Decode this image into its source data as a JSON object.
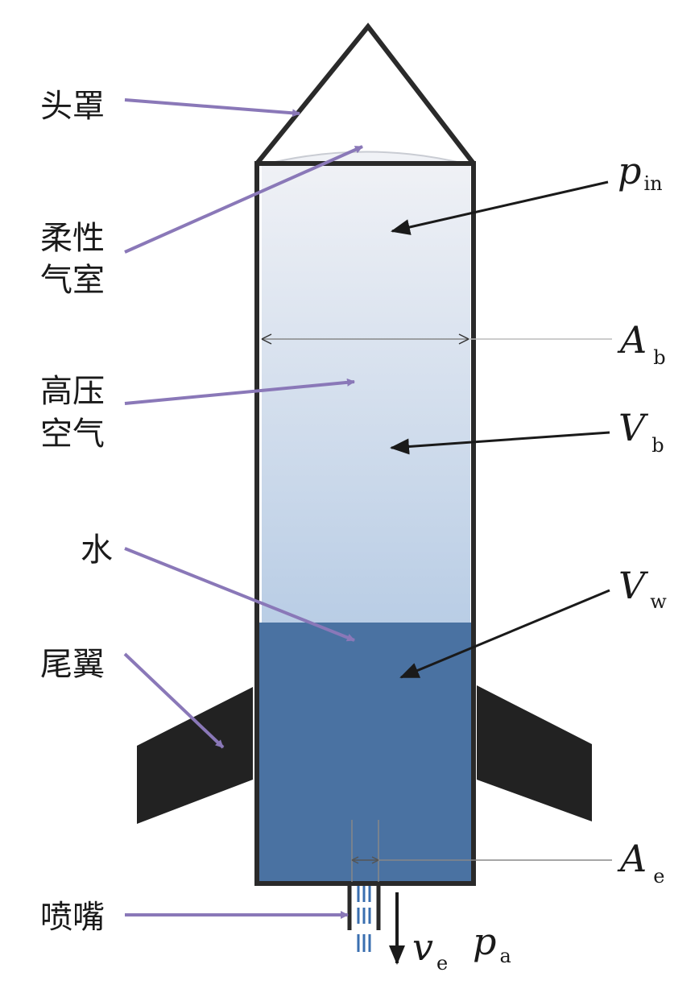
{
  "labels": {
    "nose_cone": "头罩",
    "flexible_chamber_line1": "柔性",
    "flexible_chamber_line2": "气室",
    "compressed_air_line1": "高压",
    "compressed_air_line2": "空气",
    "water": "水",
    "fins": "尾翼",
    "nozzle": "喷嘴"
  },
  "symbols": {
    "p_in": {
      "main": "p",
      "sub": "in"
    },
    "A_b": {
      "main": "A",
      "sub": "b"
    },
    "V_b": {
      "main": "V",
      "sub": "b"
    },
    "V_w": {
      "main": "V",
      "sub": "w"
    },
    "A_e": {
      "main": "A",
      "sub": "e"
    },
    "v_e": {
      "main": "v",
      "sub": "e"
    },
    "p_a": {
      "main": "p",
      "sub": "a"
    }
  },
  "colors": {
    "outline": "#2a2a2a",
    "fins": "#222222",
    "water": "#4a72a2",
    "air_top": "#f1f2f6",
    "air_bottom": "#b9cde5",
    "pointer_purple": "#8a78b8",
    "pointer_black": "#1a1a1a",
    "jet": "#3a6fb0"
  }
}
